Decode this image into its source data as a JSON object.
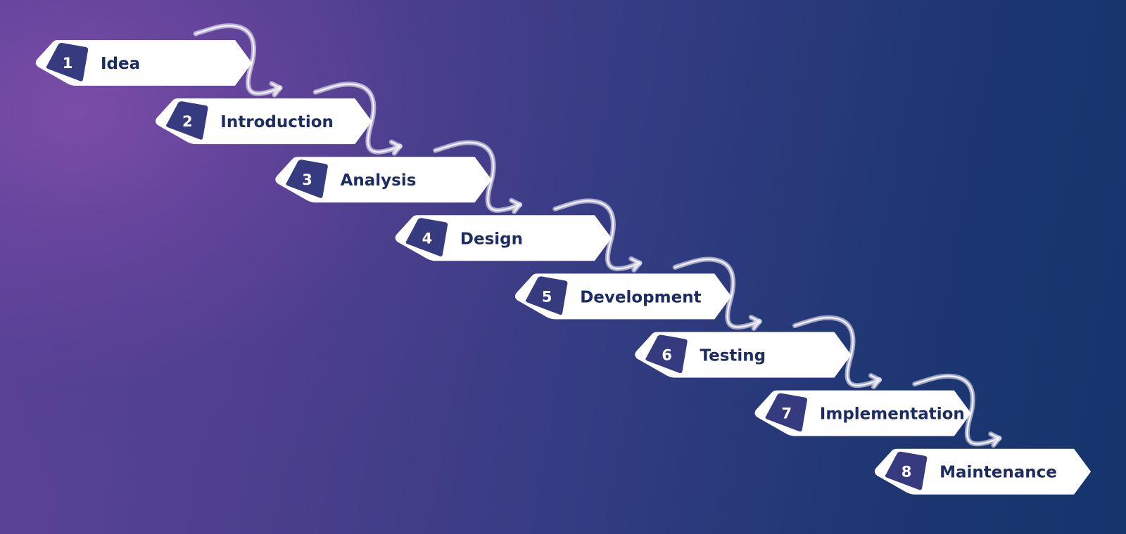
{
  "diagram": {
    "type": "staircase-process",
    "colors": {
      "background_top_left": "#7048a0",
      "background_bottom_left": "#4e3f8e",
      "background_right": "#14346c",
      "card_fill": "#ffffff",
      "badge_fill": "#363b80",
      "label_text": "#1c2d63",
      "badge_text": "#ffffff",
      "connector": "#e6e2f4"
    },
    "steps": [
      {
        "number": "1",
        "label": "Idea"
      },
      {
        "number": "2",
        "label": "Introduction"
      },
      {
        "number": "3",
        "label": "Analysis"
      },
      {
        "number": "4",
        "label": "Design"
      },
      {
        "number": "5",
        "label": "Development"
      },
      {
        "number": "6",
        "label": "Testing"
      },
      {
        "number": "7",
        "label": "Implementation"
      },
      {
        "number": "8",
        "label": "Maintenance"
      }
    ],
    "connectors": [
      {
        "from": "1",
        "to": "2",
        "icon": "curved-arrow-icon"
      },
      {
        "from": "2",
        "to": "3",
        "icon": "curved-arrow-icon"
      },
      {
        "from": "3",
        "to": "4",
        "icon": "curved-arrow-icon"
      },
      {
        "from": "4",
        "to": "5",
        "icon": "curved-arrow-icon"
      },
      {
        "from": "5",
        "to": "6",
        "icon": "curved-arrow-icon"
      },
      {
        "from": "6",
        "to": "7",
        "icon": "curved-arrow-icon"
      },
      {
        "from": "7",
        "to": "8",
        "icon": "curved-arrow-icon"
      }
    ]
  }
}
